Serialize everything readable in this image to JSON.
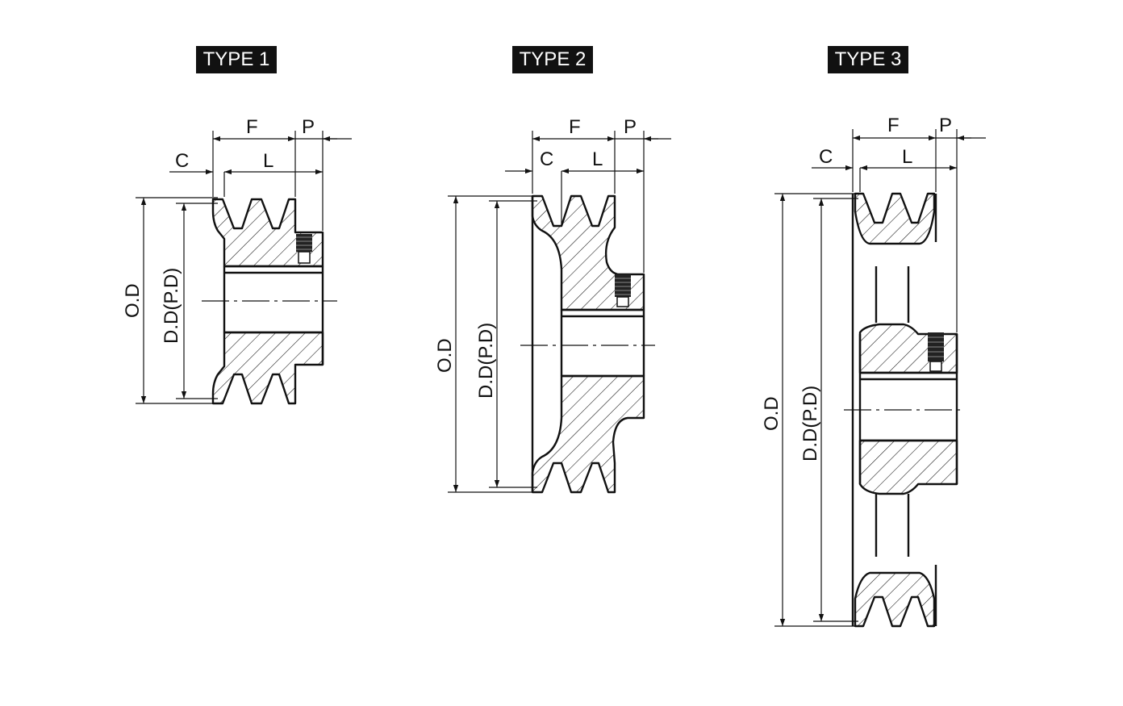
{
  "types": [
    {
      "title": "TYPE 1",
      "labels": {
        "f": "F",
        "p": "P",
        "c": "C",
        "l": "L",
        "od": "O.D",
        "dd": "D.D(P.D)"
      }
    },
    {
      "title": "TYPE 2",
      "labels": {
        "f": "F",
        "p": "P",
        "c": "C",
        "l": "L",
        "od": "O.D",
        "dd": "D.D(P.D)"
      }
    },
    {
      "title": "TYPE 3",
      "labels": {
        "f": "F",
        "p": "P",
        "c": "C",
        "l": "L",
        "od": "O.D",
        "dd": "D.D(P.D)"
      }
    }
  ]
}
